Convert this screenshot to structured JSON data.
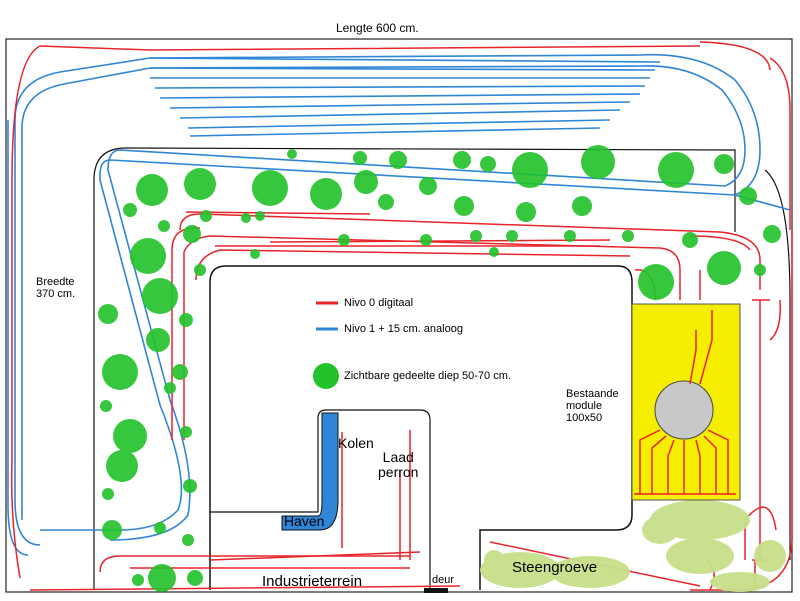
{
  "title": "Lengte 600 cm.",
  "width_label": "Breedte\n370 cm.",
  "legend": [
    {
      "label": "Nivo 0 digitaal",
      "color": "#e8232a"
    },
    {
      "label": "Nivo 1  + 15 cm.  analoog",
      "color": "#2f86d6"
    },
    {
      "label": "Zichtbare gedeelte diep 50-70 cm.",
      "color": "#22c22a"
    }
  ],
  "module_label": "Bestaande\nmodule\n100x50",
  "areas": {
    "kolen": "Kolen",
    "laadperron": "Laad\nperron",
    "haven": "Haven",
    "steengroeve": "Steengroeve",
    "industrieterrein": "Industrieterrein",
    "deur": "deur"
  },
  "colors": {
    "nivo0": "#e8232a",
    "nivo1": "#2f86d6",
    "trees": "#22c22a",
    "quarry": "#c7e08a",
    "module": "#f5ee00",
    "haven": "#2f86d6"
  }
}
